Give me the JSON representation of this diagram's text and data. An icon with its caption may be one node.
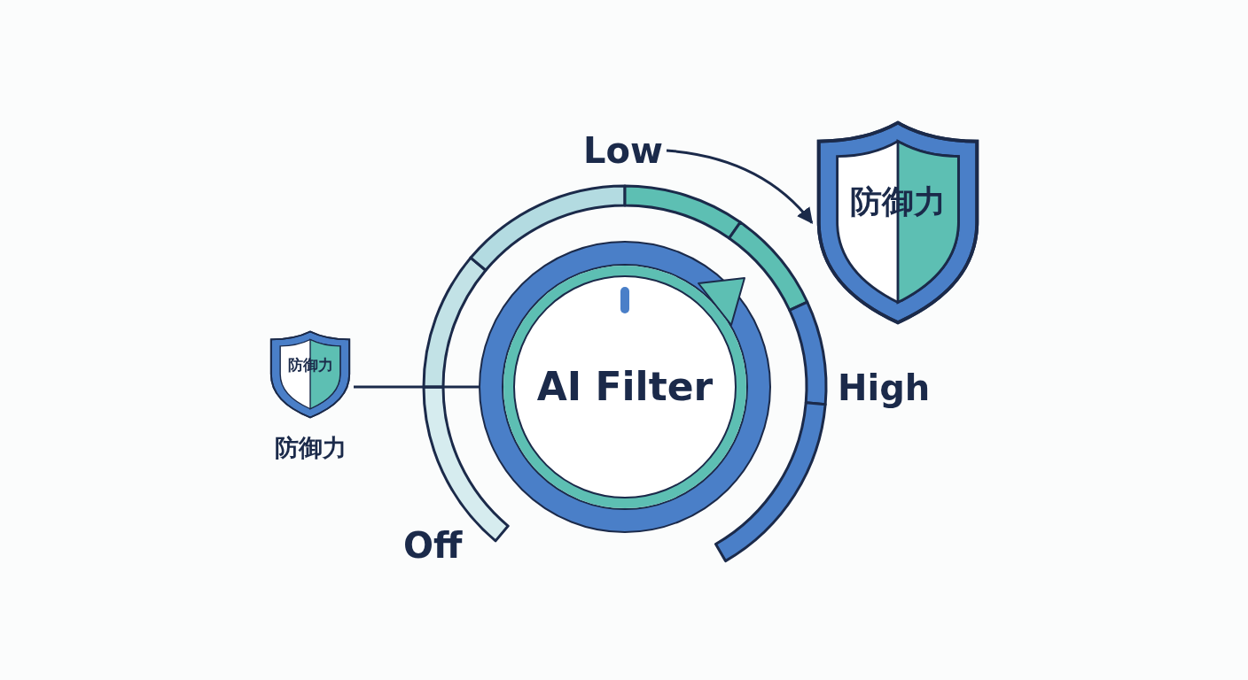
{
  "diagram": {
    "nodes": [
      {
        "text": [
          "防御力"
        ],
        "beside": [
          "防御力"
        ]
      },
      {
        "text": [
          "AI Filter"
        ]
      },
      {
        "text": [
          "Low"
        ]
      },
      {
        "text": [
          "防御力"
        ]
      }
    ],
    "edges": [
      {
        "from": 0,
        "to": 1,
        "arrow": "none"
      },
      {
        "from": 2,
        "to": 3,
        "arrow": "to"
      }
    ],
    "labels": [
      "High",
      "Off"
    ]
  }
}
